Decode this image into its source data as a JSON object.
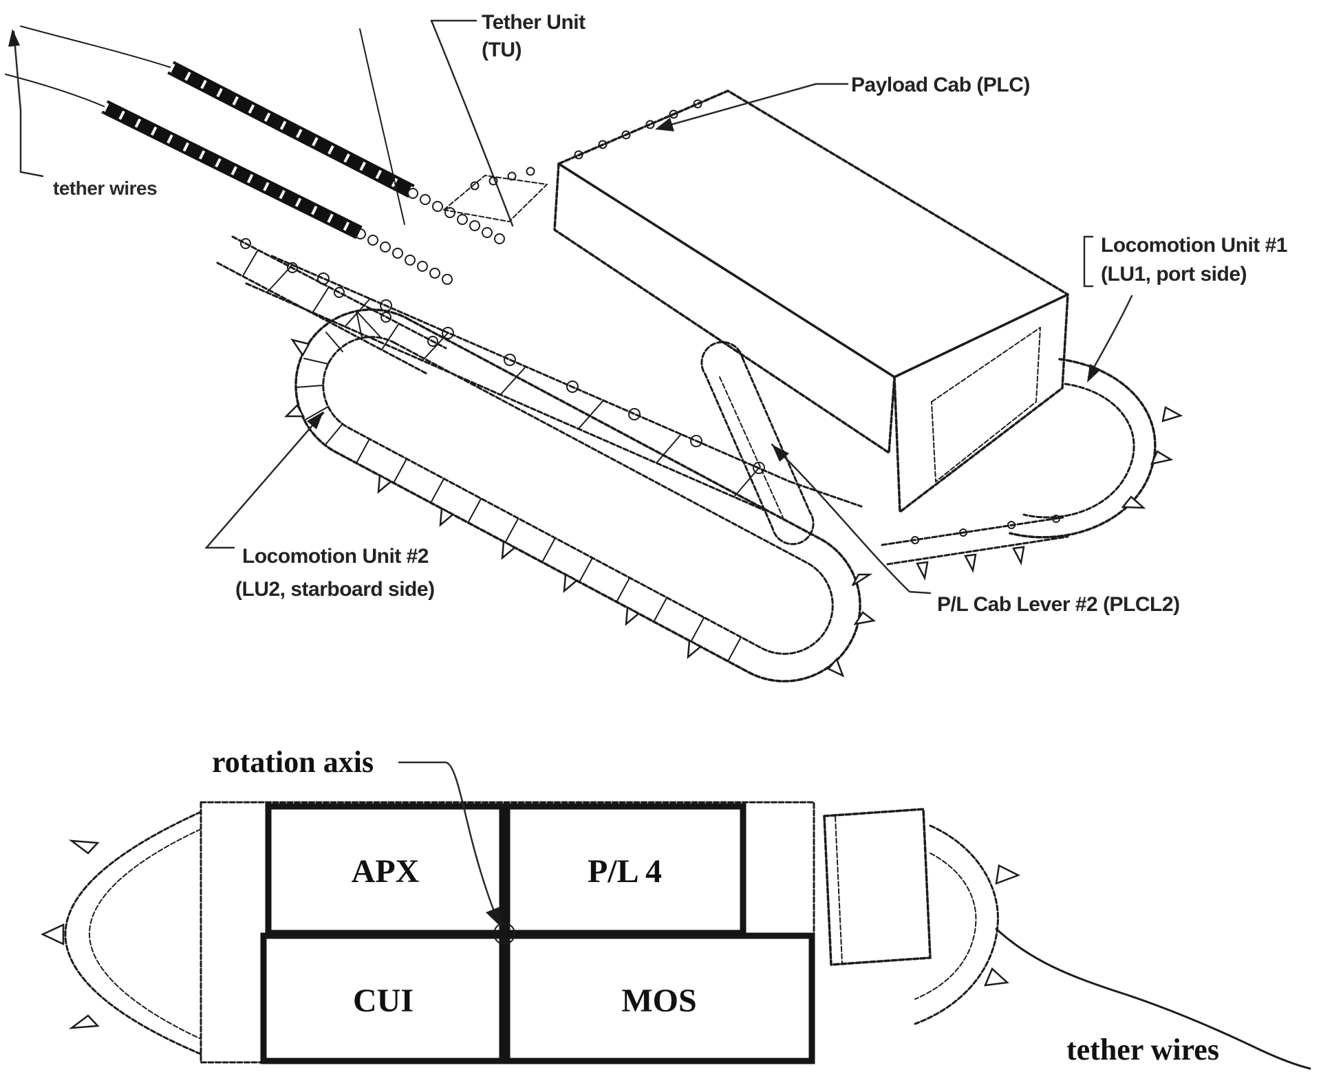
{
  "diagram": {
    "rover_view": {
      "tether_wires_label": "tether wires",
      "tether_unit_line1": "Tether Unit",
      "tether_unit_line2": "(TU)",
      "payload_cab_label": "Payload Cab (PLC)",
      "locomotion_unit1_line1": "Locomotion Unit #1",
      "locomotion_unit1_line2": "(LU1, port side)",
      "locomotion_unit2_line1": "Locomotion Unit #2",
      "locomotion_unit2_line2": "(LU2, starboard side)",
      "pl_cab_lever_label": "P/L Cab Lever #2 (PLCL2)"
    },
    "top_view": {
      "rotation_axis_label": "rotation axis",
      "compartments": [
        "APX",
        "P/L 4",
        "CUI",
        "MOS"
      ],
      "tether_wires_label": "tether wires"
    },
    "colors": {
      "ink": "#1c1c1c",
      "background": "#ffffff"
    }
  }
}
